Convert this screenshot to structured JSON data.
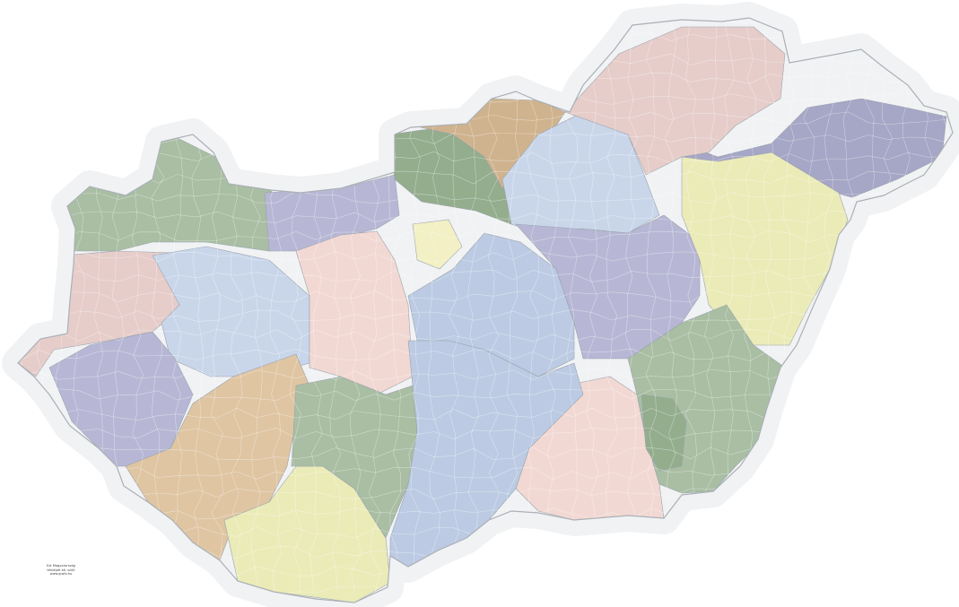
{
  "map": {
    "colors": {
      "background": "#ffffff",
      "outer_halo": "#f1f2f4",
      "border": "#aab0b6",
      "region_border": "#9aa3ad",
      "palette": {
        "green": "#a9bea3",
        "green_dark": "#93ad8d",
        "pink": "#e6cdca",
        "pink_light": "#f2d8d3",
        "blue_light": "#c9d6ea",
        "blue": "#bccbe3",
        "lavender": "#b7b7d5",
        "lavender_dark": "#a6a6c6",
        "tan": "#dfc5a2",
        "tan_dark": "#cfb38e",
        "yellow": "#ebebb8",
        "yellow_light": "#f2f0c4"
      }
    },
    "regions": [
      {
        "name": "r1",
        "fill": "green"
      },
      {
        "name": "r2",
        "fill": "pink"
      },
      {
        "name": "r3",
        "fill": "blue_light"
      },
      {
        "name": "r4",
        "fill": "lavender"
      },
      {
        "name": "r5",
        "fill": "tan"
      },
      {
        "name": "r6",
        "fill": "yellow"
      },
      {
        "name": "r7",
        "fill": "lavender"
      },
      {
        "name": "r8",
        "fill": "pink_light"
      },
      {
        "name": "r9",
        "fill": "green"
      },
      {
        "name": "r10",
        "fill": "green_dark"
      },
      {
        "name": "r11",
        "fill": "tan_dark"
      },
      {
        "name": "r12",
        "fill": "yellow_light"
      },
      {
        "name": "r13",
        "fill": "blue"
      },
      {
        "name": "r14",
        "fill": "blue_light"
      },
      {
        "name": "r15",
        "fill": "lavender_dark"
      },
      {
        "name": "r16",
        "fill": "pink"
      },
      {
        "name": "r17",
        "fill": "lavender"
      },
      {
        "name": "r18",
        "fill": "yellow"
      },
      {
        "name": "r19",
        "fill": "green"
      },
      {
        "name": "r20",
        "fill": "pink_light"
      },
      {
        "name": "r21",
        "fill": "green_dark"
      },
      {
        "name": "r22",
        "fill": "blue"
      }
    ],
    "credit_lines": [
      "Ezt Magyarország",
      "térképét ké- szült",
      "www.grafo.hu"
    ]
  }
}
